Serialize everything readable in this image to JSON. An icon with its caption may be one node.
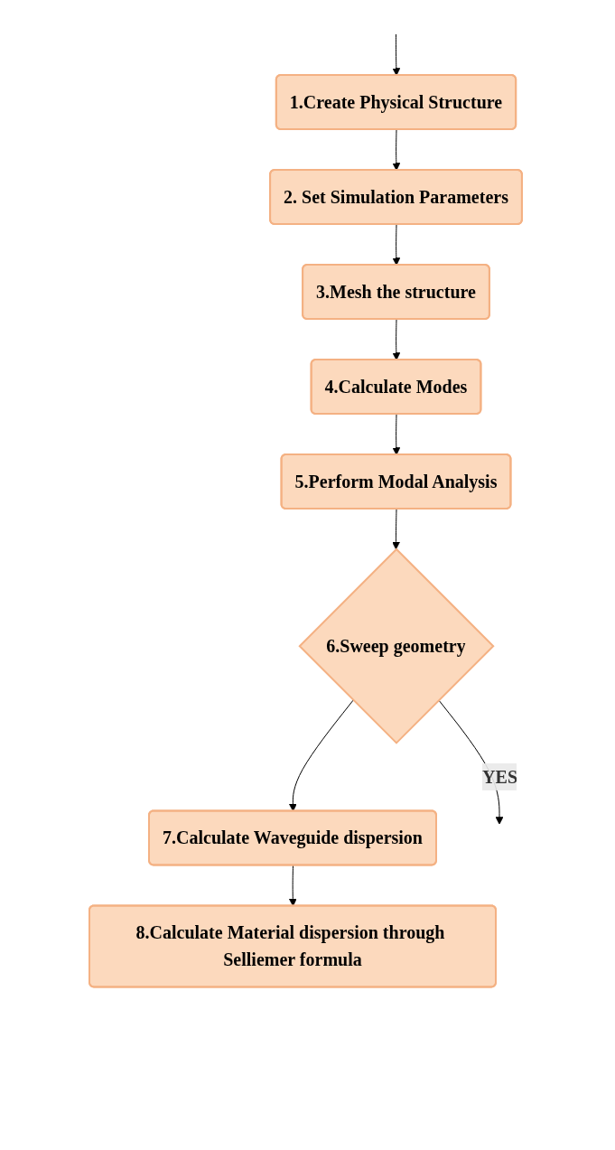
{
  "diagram": {
    "nodes": [
      {
        "text": [
          "1.Create Physical Structure"
        ]
      },
      {
        "text": [
          "2. Set Simulation Parameters"
        ]
      },
      {
        "text": [
          "3.Mesh the structure"
        ]
      },
      {
        "text": [
          "4.Calculate Modes"
        ]
      },
      {
        "text": [
          "5.Perform Modal Analysis"
        ]
      },
      {
        "text": [
          "6.Sweep geometry"
        ]
      },
      {
        "text": [
          "7.Calculate Waveguide dispersion"
        ]
      },
      {
        "text": [
          "8.Calculate Material dispersion through Selliemer formula"
        ]
      }
    ],
    "edges": [
      {
        "from": null,
        "to": 0,
        "arrow": "to"
      },
      {
        "from": 0,
        "to": 1,
        "arrow": "to"
      },
      {
        "from": 1,
        "to": 2,
        "arrow": "to"
      },
      {
        "from": 2,
        "to": 3,
        "arrow": "to"
      },
      {
        "from": 3,
        "to": 4,
        "arrow": "to"
      },
      {
        "from": 4,
        "to": 5,
        "arrow": "to"
      },
      {
        "from": 5,
        "to": null,
        "arrow": "to",
        "label": "YES"
      },
      {
        "from": 5,
        "to": 6,
        "arrow": "to"
      },
      {
        "from": 6,
        "to": 7,
        "arrow": "to"
      }
    ]
  }
}
